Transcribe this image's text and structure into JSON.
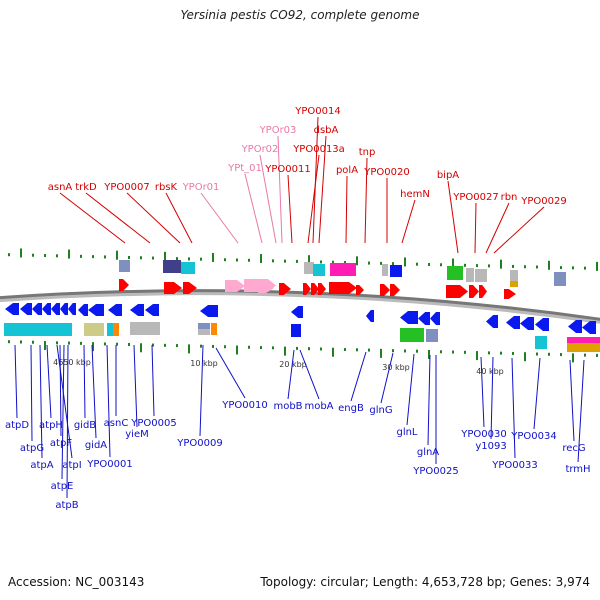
{
  "title": "Yersinia pestis CO92, complete genome",
  "footer": {
    "accession": "Accession: NC_003143",
    "topology": "Topology: circular; Length: 4,653,728 bp; Genes: 3,974"
  },
  "colors": {
    "top_label": "#d40000",
    "top_label_pink": "#e879a8",
    "bottom_label": "#1010c8",
    "ruler_tick": "#208020",
    "backbone": "#777777",
    "forward_arrow": "#ff0000",
    "reverse_arrow": "#0a1aee",
    "pink_arrow": "#ffa8d0",
    "gene_box_colors": [
      "#7e8fc0",
      "#3f3f8a",
      "#14c4d4",
      "#e6a8d0",
      "#ff1db3",
      "#b8b8b8",
      "#24c024",
      "#e0a000",
      "#cccc88",
      "#ff8800"
    ]
  },
  "scale_labels": [
    "4650 kbp",
    "10 kbp",
    "20 kbp",
    "30 kbp",
    "40 kbp"
  ],
  "top_labels": [
    {
      "text": "asnA",
      "color": "red"
    },
    {
      "text": "trkD",
      "color": "red"
    },
    {
      "text": "YPO0007",
      "color": "red"
    },
    {
      "text": "rbsK",
      "color": "red"
    },
    {
      "text": "YPOr01",
      "color": "pink"
    },
    {
      "text": "YPt_01",
      "color": "pink"
    },
    {
      "text": "YPOr02",
      "color": "pink"
    },
    {
      "text": "YPOr03",
      "color": "pink"
    },
    {
      "text": "YPO0011",
      "color": "red"
    },
    {
      "text": "YPO0014",
      "color": "red"
    },
    {
      "text": "YPO0013a",
      "color": "red"
    },
    {
      "text": "dsbA",
      "color": "red"
    },
    {
      "text": "polA",
      "color": "red"
    },
    {
      "text": "tnp",
      "color": "red"
    },
    {
      "text": "YPO0020",
      "color": "red"
    },
    {
      "text": "hemN",
      "color": "red"
    },
    {
      "text": "bipA",
      "color": "red"
    },
    {
      "text": "YPO0027",
      "color": "red"
    },
    {
      "text": "rbn",
      "color": "red"
    },
    {
      "text": "YPO0029",
      "color": "red"
    }
  ],
  "bottom_labels": [
    {
      "text": "atpD"
    },
    {
      "text": "atpG"
    },
    {
      "text": "atpA"
    },
    {
      "text": "atpH"
    },
    {
      "text": "atpI"
    },
    {
      "text": "atpF"
    },
    {
      "text": "atpE"
    },
    {
      "text": "atpB"
    },
    {
      "text": "gidB"
    },
    {
      "text": "gidA"
    },
    {
      "text": "YPO0001"
    },
    {
      "text": "asnC"
    },
    {
      "text": "yieM"
    },
    {
      "text": "YPO0005"
    },
    {
      "text": "YPO0009"
    },
    {
      "text": "YPO0010"
    },
    {
      "text": "mobB"
    },
    {
      "text": "mobA"
    },
    {
      "text": "engB"
    },
    {
      "text": "glnG"
    },
    {
      "text": "glnL"
    },
    {
      "text": "glnA"
    },
    {
      "text": "YPO0025"
    },
    {
      "text": "YPO0030"
    },
    {
      "text": "y1093"
    },
    {
      "text": "YPO0033"
    },
    {
      "text": "YPO0034"
    },
    {
      "text": "recG"
    },
    {
      "text": "trmH"
    }
  ]
}
